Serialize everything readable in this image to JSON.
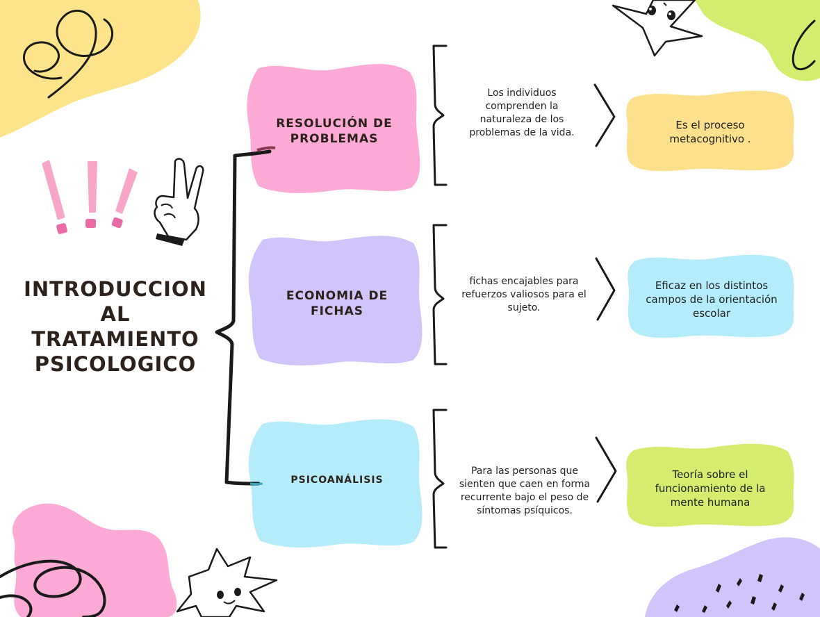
{
  "title": {
    "lines": [
      "INTRODUCCION",
      "AL",
      "TRATAMIENTO",
      "PSICOLOGICO"
    ]
  },
  "branches": [
    {
      "topic": "RESOLUCIÓN DE PROBLEMAS",
      "topic_color": "#fdaad6",
      "description": "Los individuos comprenden la naturaleza de los problemas de la vida.",
      "result": "Es el proceso metacognitivo .",
      "result_color": "#fde08c"
    },
    {
      "topic": "ECONOMIA DE FICHAS",
      "topic_color": "#d0c4fb",
      "description": "fichas encajables para refuerzos valiosos para el sujeto.",
      "result": "Eficaz en los distintos campos de la orientación escolar",
      "result_color": "#b4ecfb"
    },
    {
      "topic": "PSICOANÁLISIS",
      "topic_color": "#b4ecfb",
      "description": "Para las personas que sienten que caen en forma recurrente bajo el peso de síntomas psíquicos.",
      "result": "Teoría sobre el funcionamiento de la mente humana",
      "result_color": "#d5ec6e"
    }
  ],
  "colors": {
    "ink": "#1a1a1a",
    "yellow_blob": "#fde48b",
    "green_blob": "#d3ee6f",
    "pink_blob": "#fdaad6",
    "purple_blob": "#d0c4fb",
    "exclamation_pink": "#f7a6c8"
  },
  "decorations": [
    "scribble-blob-top-left",
    "star-character-icon",
    "exclamation-marks-icon",
    "peace-hand-icon",
    "sun-character-icon",
    "pink-blob-bottom-left",
    "purple-spotted-blob-icon"
  ]
}
